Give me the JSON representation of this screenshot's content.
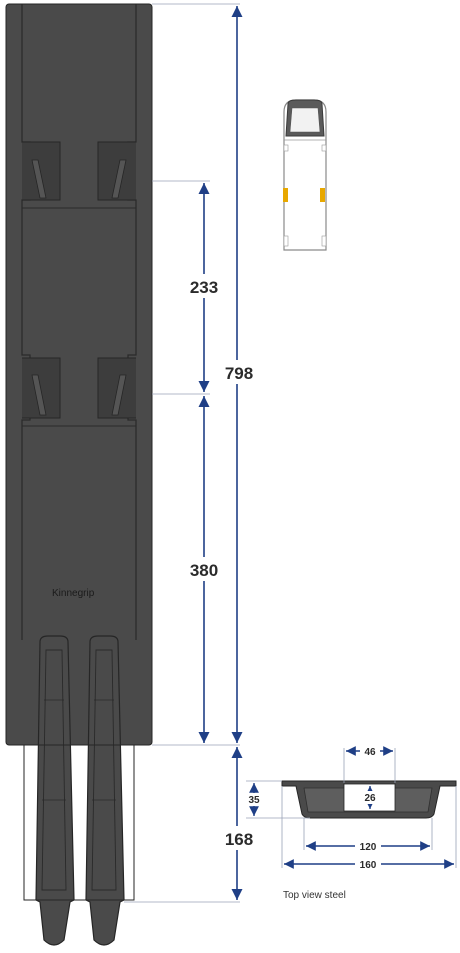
{
  "brand_label": "Kinnegrip",
  "caption": "Top view steel",
  "dimensions": {
    "overall_height": "798",
    "upper_spacing": "233",
    "lower_spacing": "380",
    "foot_height": "168",
    "profile_height": "35",
    "center_height": "26",
    "center_width": "46",
    "inner_width": "120",
    "outer_width": "160"
  },
  "colors": {
    "body": "#4a4a4a",
    "body_dark": "#2a2a2a",
    "arrow": "#1f3f86",
    "extension": "#9aa3b6",
    "highlight": "#e8a800"
  }
}
